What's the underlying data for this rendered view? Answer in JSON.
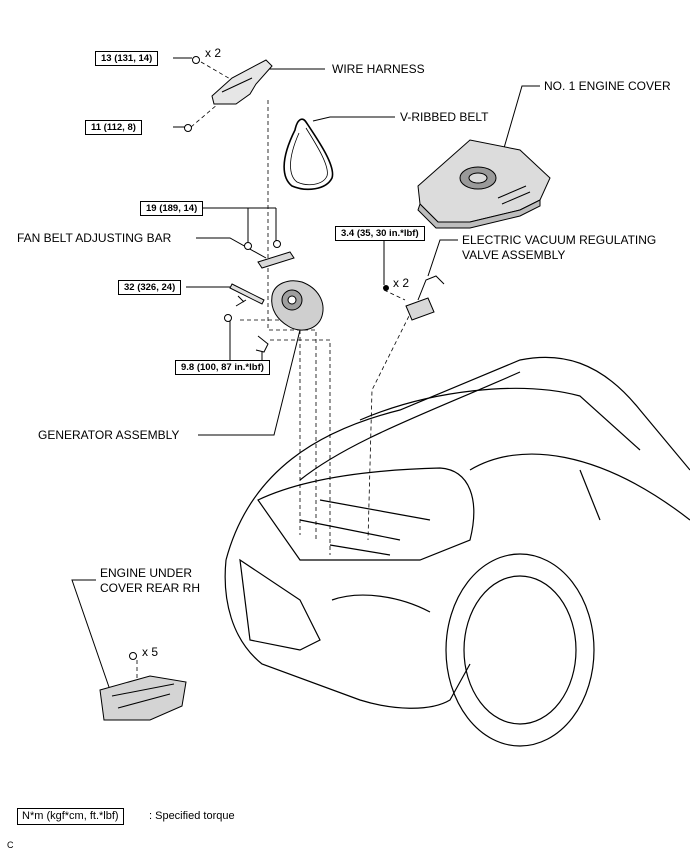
{
  "labels": {
    "wire_harness": "WIRE HARNESS",
    "v_ribbed_belt": "V-RIBBED BELT",
    "no1_engine_cover": "NO. 1 ENGINE COVER",
    "fan_belt_adjusting_bar": "FAN BELT ADJUSTING BAR",
    "evrv_line1": "ELECTRIC VACUUM REGULATING",
    "evrv_line2": "VALVE ASSEMBLY",
    "generator_assembly": "GENERATOR ASSEMBLY",
    "under_cover_line1": "ENGINE UNDER",
    "under_cover_line2": "COVER REAR RH"
  },
  "torques": {
    "t13": "13 (131, 14)",
    "t11": "11 (112, 8)",
    "t19": "19 (189, 14)",
    "t32": "32 (326, 24)",
    "t98": "9.8 (100, 87 in.*lbf)",
    "t34": "3.4 (35, 30 in.*lbf)"
  },
  "quantities": {
    "q_bolt13": "x 2",
    "q_evrv": "x 2",
    "q_undercover": "x 5"
  },
  "legend": {
    "box": "N*m (kgf*cm, ft.*lbf)",
    "text": ": Specified torque"
  },
  "figure_code": "C"
}
